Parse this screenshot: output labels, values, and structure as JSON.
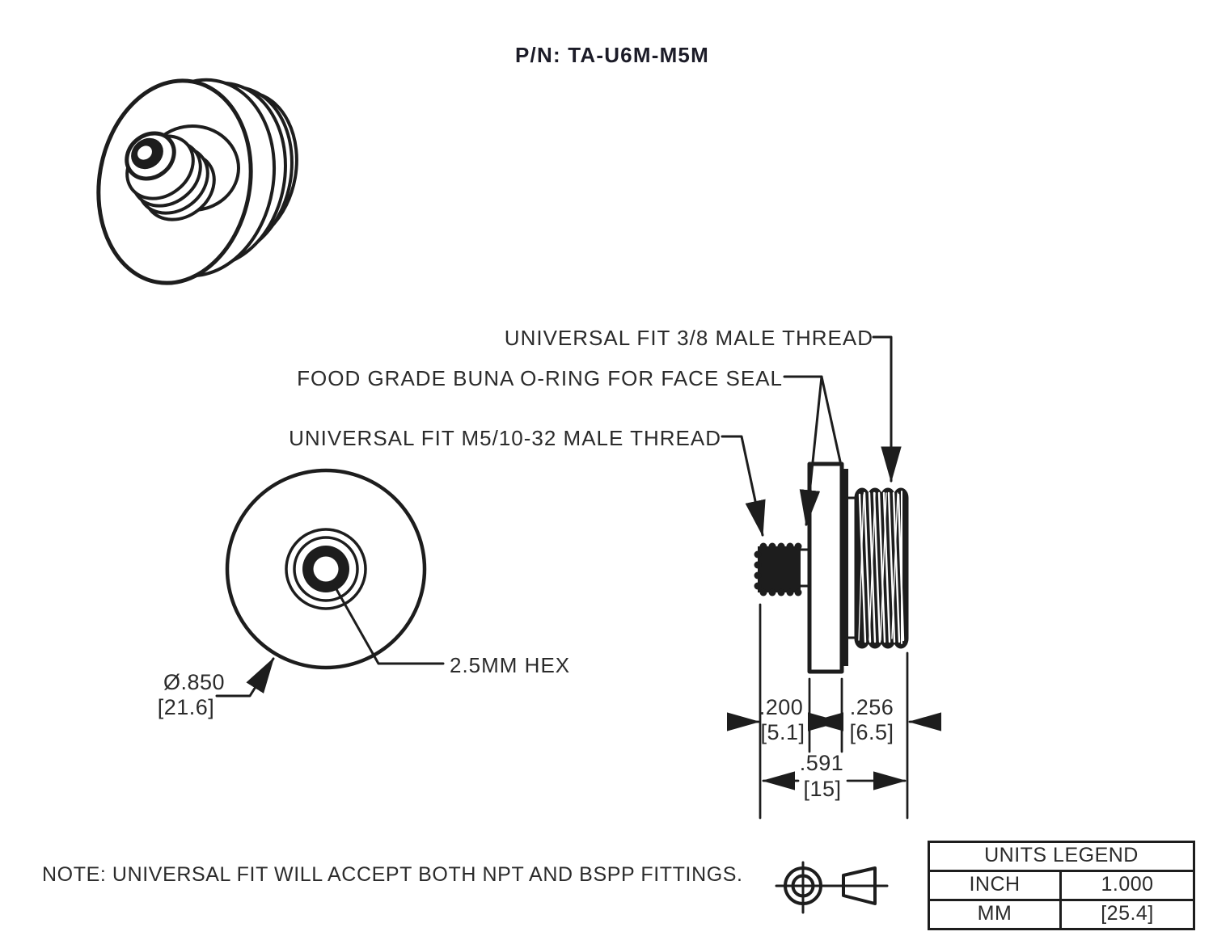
{
  "title": "P/N: TA-U6M-M5M",
  "callouts": {
    "thread_38": "UNIVERSAL FIT 3/8 MALE THREAD",
    "oring": "FOOD GRADE BUNA O-RING FOR FACE SEAL",
    "thread_m5": "UNIVERSAL FIT M5/10-32 MALE THREAD",
    "hex": "2.5MM HEX"
  },
  "dimensions": {
    "diameter": {
      "inch": "Ø.850",
      "mm": "[21.6]"
    },
    "stud_length": {
      "inch": ".200",
      "mm": "[5.1]"
    },
    "thread_length": {
      "inch": ".256",
      "mm": "[6.5]"
    },
    "overall_length": {
      "inch": ".591",
      "mm": "[15]"
    }
  },
  "note": "NOTE: UNIVERSAL FIT WILL ACCEPT BOTH NPT AND BSPP FITTINGS.",
  "units_legend": {
    "header": "UNITS LEGEND",
    "rows": [
      {
        "unit": "INCH",
        "value": "1.000"
      },
      {
        "unit": "MM",
        "value": "[25.4]"
      }
    ]
  },
  "colors": {
    "ink": "#1d1d1d",
    "paper": "#ffffff"
  }
}
